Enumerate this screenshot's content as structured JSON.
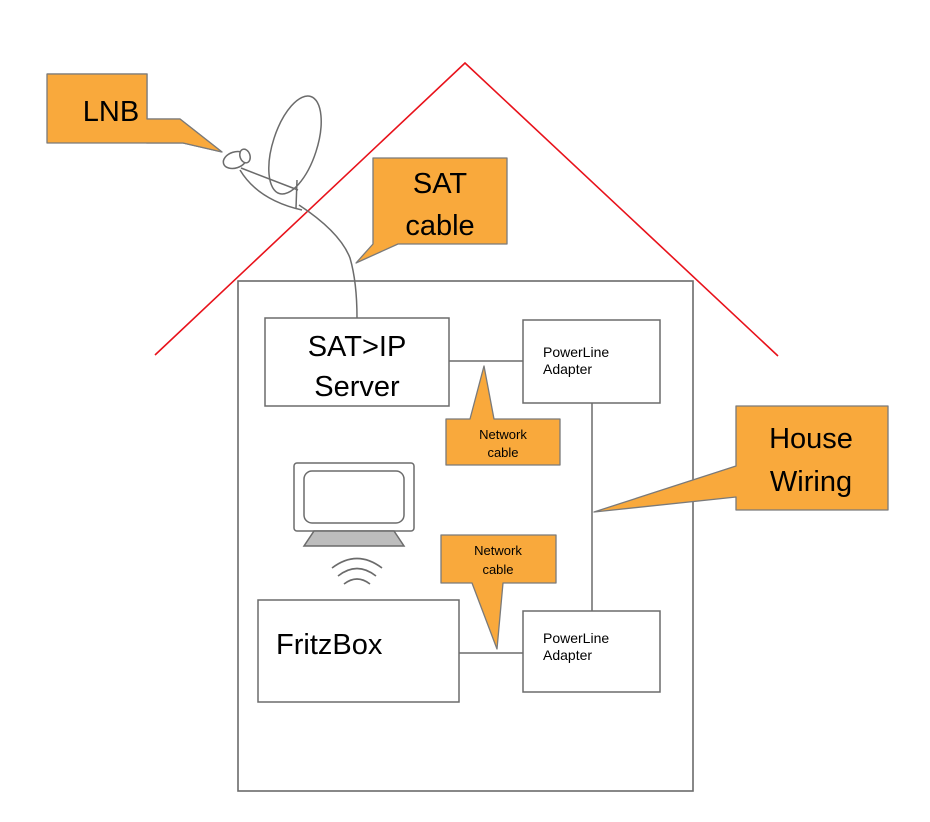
{
  "colors": {
    "roof": "#e8121b",
    "callout_fill": "#f9a93c",
    "callout_stroke": "#7a7a7a",
    "line": "#6b6b6b"
  },
  "callouts": {
    "lnb": "LNB",
    "sat_cable_1": "SAT",
    "sat_cable_2": "cable",
    "network_cable_top_1": "Network",
    "network_cable_top_2": "cable",
    "house_wiring_1": "House",
    "house_wiring_2": "Wiring",
    "network_cable_bottom_1": "Network",
    "network_cable_bottom_2": "cable"
  },
  "boxes": {
    "satip_1": "SAT>IP",
    "satip_2": "Server",
    "powerline_top_1": "PowerLine",
    "powerline_top_2": "Adapter",
    "fritzbox": "FritzBox",
    "powerline_bottom_1": "PowerLine",
    "powerline_bottom_2": "Adapter"
  },
  "icons": [
    "satellite-dish-icon",
    "laptop-icon",
    "wifi-icon"
  ]
}
